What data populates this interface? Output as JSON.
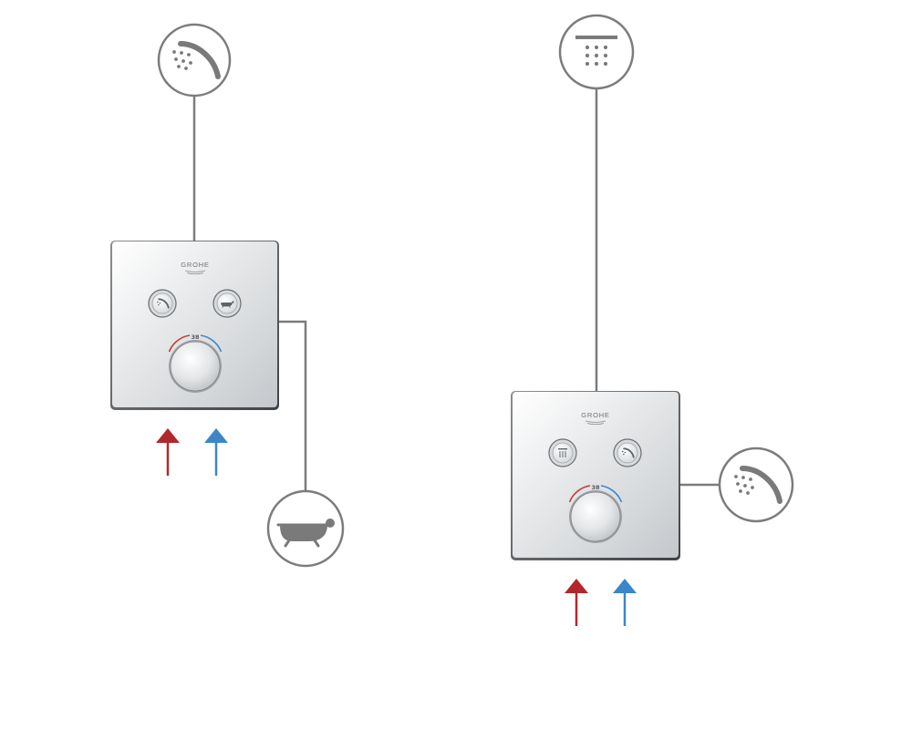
{
  "units": [
    {
      "id": "left",
      "brand": "GROHE",
      "temperature": "38",
      "buttons": [
        "hand-shower",
        "bath"
      ],
      "outlets": [
        {
          "position": "top",
          "icon": "hand-shower-icon"
        },
        {
          "position": "bottom-right",
          "icon": "bathtub-icon"
        }
      ],
      "inlets": [
        "hot",
        "cold"
      ]
    },
    {
      "id": "right",
      "brand": "GROHE",
      "temperature": "38",
      "buttons": [
        "head-shower",
        "hand-shower"
      ],
      "outlets": [
        {
          "position": "top",
          "icon": "head-shower-icon"
        },
        {
          "position": "right",
          "icon": "hand-shower-icon"
        }
      ],
      "inlets": [
        "hot",
        "cold"
      ]
    }
  ],
  "colors": {
    "hot": "#b0282c",
    "cold": "#3c86c8",
    "line": "#7c7c7c",
    "icon": "#7a7a7a"
  }
}
